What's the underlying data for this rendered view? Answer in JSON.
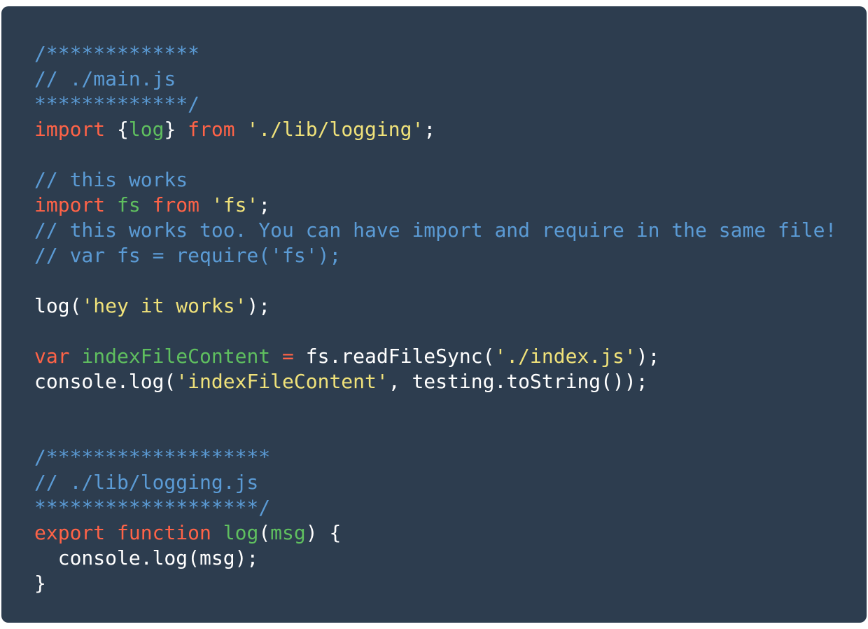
{
  "colors": {
    "background": "#2d3d4f",
    "comment": "#5b9bd5",
    "keyword": "#ff6347",
    "identifier": "#5fbf5f",
    "string": "#f0e27a",
    "plain": "#ffffff"
  },
  "code_lines": [
    [
      {
        "t": "comment",
        "s": "/*************"
      }
    ],
    [
      {
        "t": "comment",
        "s": "// ./main.js"
      }
    ],
    [
      {
        "t": "comment",
        "s": "*************/"
      }
    ],
    [
      {
        "t": "keyword",
        "s": "import"
      },
      {
        "t": "plain",
        "s": " {"
      },
      {
        "t": "ident",
        "s": "log"
      },
      {
        "t": "plain",
        "s": "} "
      },
      {
        "t": "keyword",
        "s": "from"
      },
      {
        "t": "plain",
        "s": " "
      },
      {
        "t": "string",
        "s": "'./lib/logging'"
      },
      {
        "t": "plain",
        "s": ";"
      }
    ],
    [],
    [
      {
        "t": "comment",
        "s": "// this works"
      }
    ],
    [
      {
        "t": "keyword",
        "s": "import"
      },
      {
        "t": "plain",
        "s": " "
      },
      {
        "t": "ident",
        "s": "fs"
      },
      {
        "t": "plain",
        "s": " "
      },
      {
        "t": "keyword",
        "s": "from"
      },
      {
        "t": "plain",
        "s": " "
      },
      {
        "t": "string",
        "s": "'fs'"
      },
      {
        "t": "plain",
        "s": ";"
      }
    ],
    [
      {
        "t": "comment",
        "s": "// this works too. You can have import and require in the same file!"
      }
    ],
    [
      {
        "t": "comment",
        "s": "// var fs = require('fs');"
      }
    ],
    [],
    [
      {
        "t": "plain",
        "s": "log("
      },
      {
        "t": "string",
        "s": "'hey it works'"
      },
      {
        "t": "plain",
        "s": ");"
      }
    ],
    [],
    [
      {
        "t": "keyword",
        "s": "var"
      },
      {
        "t": "plain",
        "s": " "
      },
      {
        "t": "ident",
        "s": "indexFileContent"
      },
      {
        "t": "plain",
        "s": " "
      },
      {
        "t": "keyword",
        "s": "="
      },
      {
        "t": "plain",
        "s": " fs.readFileSync("
      },
      {
        "t": "string",
        "s": "'./index.js'"
      },
      {
        "t": "plain",
        "s": ");"
      }
    ],
    [
      {
        "t": "plain",
        "s": "console.log("
      },
      {
        "t": "string",
        "s": "'indexFileContent'"
      },
      {
        "t": "plain",
        "s": ", testing.toString());"
      }
    ],
    [],
    [],
    [
      {
        "t": "comment",
        "s": "/*******************"
      }
    ],
    [
      {
        "t": "comment",
        "s": "// ./lib/logging.js"
      }
    ],
    [
      {
        "t": "comment",
        "s": "*******************/"
      }
    ],
    [
      {
        "t": "keyword",
        "s": "export"
      },
      {
        "t": "plain",
        "s": " "
      },
      {
        "t": "keyword",
        "s": "function"
      },
      {
        "t": "plain",
        "s": " "
      },
      {
        "t": "ident",
        "s": "log"
      },
      {
        "t": "plain",
        "s": "("
      },
      {
        "t": "ident",
        "s": "msg"
      },
      {
        "t": "plain",
        "s": ") {"
      }
    ],
    [
      {
        "t": "plain",
        "s": "  console.log(msg);"
      }
    ],
    [
      {
        "t": "plain",
        "s": "}"
      }
    ]
  ]
}
